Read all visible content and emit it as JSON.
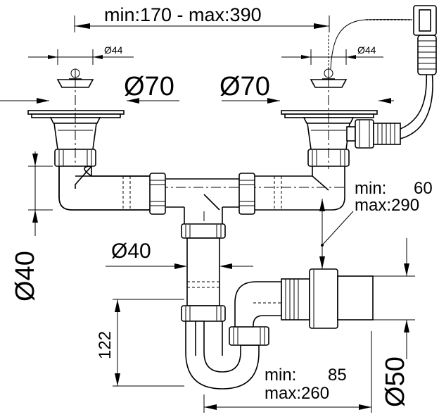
{
  "dimensions": {
    "overall_span": "min:170 - max:390",
    "left_strainer_outlet": "Ø44",
    "right_strainer_outlet": "Ø44",
    "left_strainer_flange": "Ø70",
    "right_strainer_flange": "Ø70",
    "side_diameter": "Ø40",
    "trap_pipe_diameter": "Ø40",
    "waste_outlet_diameter": "Ø50",
    "trap_height": "122",
    "branch_height_min_label": "min:",
    "branch_height_min_value": "60",
    "branch_height_max": "max:290",
    "outlet_offset_min_label": "min:",
    "outlet_offset_min_value": "85",
    "outlet_offset_max": "max:260"
  }
}
